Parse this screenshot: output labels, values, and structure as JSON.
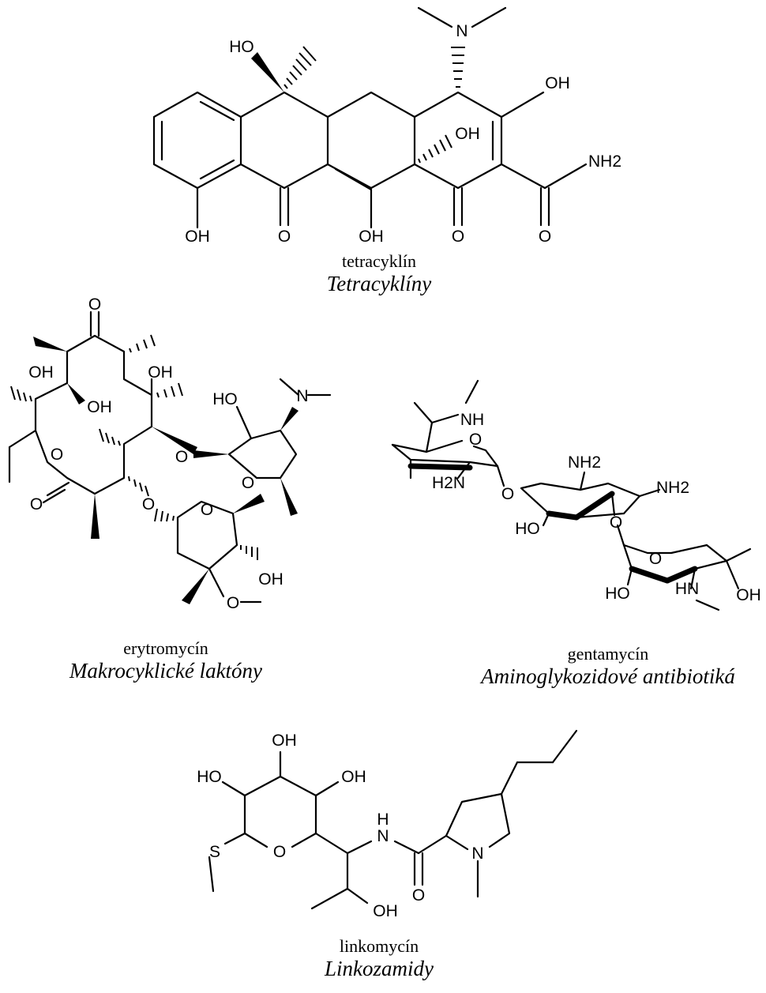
{
  "molecules": [
    {
      "id": "tetracycline",
      "name": "tetracyklín",
      "class": "Tetracyklíny",
      "atom_labels": [
        "N",
        "HO",
        "OH",
        "OH",
        "NH2",
        "OH",
        "O",
        "OH",
        "O",
        "O"
      ]
    },
    {
      "id": "erythromycin",
      "name": "erytromycín",
      "class": "Makrocyklické laktóny",
      "atom_labels": [
        "O",
        "OH",
        "OH",
        "OH",
        "O",
        "O",
        "HO",
        "N",
        "O",
        "O",
        "O",
        "O",
        "OH",
        "O"
      ]
    },
    {
      "id": "gentamicin",
      "name": "gentamycín",
      "class": "Aminoglykozidové antibiotiká",
      "atom_labels": [
        "NH",
        "O",
        "H2N",
        "O",
        "NH2",
        "NH2",
        "HO",
        "O",
        "O",
        "HO",
        "HN",
        "OH"
      ]
    },
    {
      "id": "lincomycin",
      "name": "linkomycín",
      "class": "Linkozamidy",
      "atom_labels": [
        "OH",
        "HO",
        "OH",
        "S",
        "O",
        "N",
        "H",
        "O",
        "N",
        "OH"
      ]
    }
  ]
}
